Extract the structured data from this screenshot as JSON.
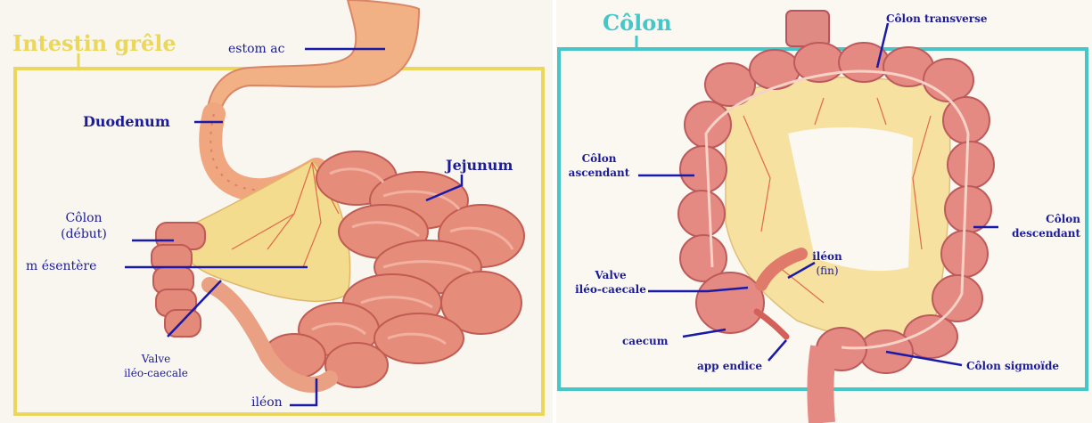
{
  "panels": {
    "small_intestine": {
      "title": "Intestin grêle",
      "frame_color": "#ecd75a",
      "labels": {
        "estomac": "estom ac",
        "duodenum": "Duodenum",
        "jejunum": "Jejunum",
        "colon_debut_1": "Côlon",
        "colon_debut_2": "(début)",
        "mesentere": "m ésentère",
        "valve_1": "Valve",
        "valve_2": "iléo-caecale",
        "ileon": "iléon"
      }
    },
    "colon": {
      "title": "Côlon",
      "frame_color": "#45c6c8",
      "labels": {
        "transverse": "Côlon transverse",
        "ascendant_1": "Côlon",
        "ascendant_2": "ascendant",
        "descendant_1": "Côlon",
        "descendant_2": "descendant",
        "ileon_fin_1": "iléon",
        "ileon_fin_2": "(fin)",
        "valve_1": "Valve",
        "valve_2": "iléo-caecale",
        "caecum": "caecum",
        "appendice": "app endice",
        "sigmoide": "Côlon sigmoïde"
      }
    }
  },
  "colors": {
    "label_text": "#1c1c9a",
    "leader_line": "#1a1aa8",
    "title_small_intestine": "#ecd75a",
    "title_colon": "#45c6c8",
    "tissue_light": "#f3b48a",
    "tissue_dark": "#d9776a",
    "mesentery": "#f4dc8e"
  }
}
